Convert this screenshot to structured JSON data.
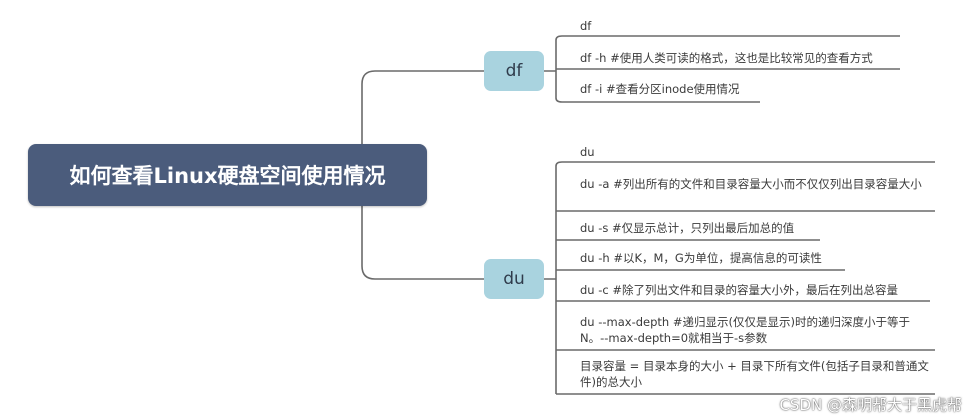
{
  "root": {
    "title": "如何查看Linux硬盘空间使用情况"
  },
  "branches": [
    {
      "label": "df",
      "items": [
        "df",
        "df -h #使用人类可读的格式，这也是比较常见的查看方式",
        "df -i #查看分区inode使用情况"
      ]
    },
    {
      "label": "du",
      "items": [
        "du",
        "du -a #列出所有的文件和目录容量大小而不仅仅列出目录容量大小",
        "du -s #仅显示总计，只列出最后加总的值",
        "du -h #以K，M，G为单位，提高信息的可读性",
        "du -c #除了列出文件和目录的容量大小外，最后在列出总容量",
        "du --max-depth #递归显示(仅仅是显示)时的递归深度小于等于N。--max-depth=0就相当于-s参数",
        "目录容量 = 目录本身的大小 + 目录下所有文件(包括子目录和普通文件)的总大小"
      ]
    }
  ],
  "watermark": "CSDN @森明帮大于黑虎帮",
  "colors": {
    "root_bg": "#4b5c7c",
    "branch_bg": "#a9d3df",
    "line": "#5f5f5f"
  }
}
